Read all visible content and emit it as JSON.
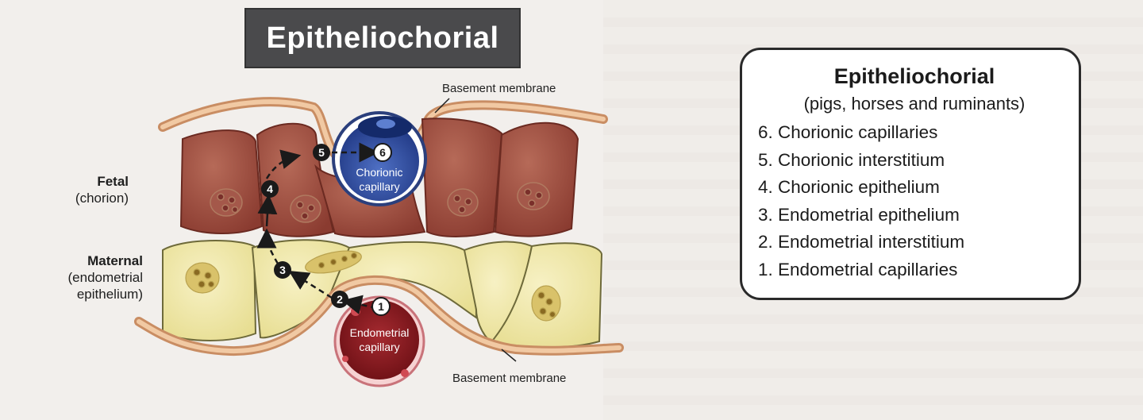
{
  "title": "Epitheliochorial",
  "labels": {
    "fetal": "Fetal",
    "fetal_sub": "(chorion)",
    "maternal": "Maternal",
    "maternal_sub1": "(endometrial",
    "maternal_sub2": "epithelium)",
    "basement_top": "Basement membrane",
    "basement_bottom": "Basement membrane",
    "chorionic_cap_line1": "Chorionic",
    "chorionic_cap_line2": "capillary",
    "endometrial_cap_line1": "Endometrial",
    "endometrial_cap_line2": "capillary"
  },
  "steps": [
    "1",
    "2",
    "3",
    "4",
    "5",
    "6"
  ],
  "legend": {
    "title": "Epitheliochorial",
    "subtitle": "(pigs, horses and ruminants)",
    "items": [
      "6. Chorionic capillaries",
      "5. Chorionic interstitium",
      "4. Chorionic epithelium",
      "3. Endometrial epithelium",
      "2. Endometrial interstitium",
      "1. Endometrial capillaries"
    ]
  },
  "colors": {
    "fetal_cell": "#9a4a3c",
    "maternal_cell": "#efe7a6",
    "membrane": "#e2a878",
    "chorionic_capillary": "#3550a6",
    "endometrial_capillary": "#8d1b22"
  }
}
